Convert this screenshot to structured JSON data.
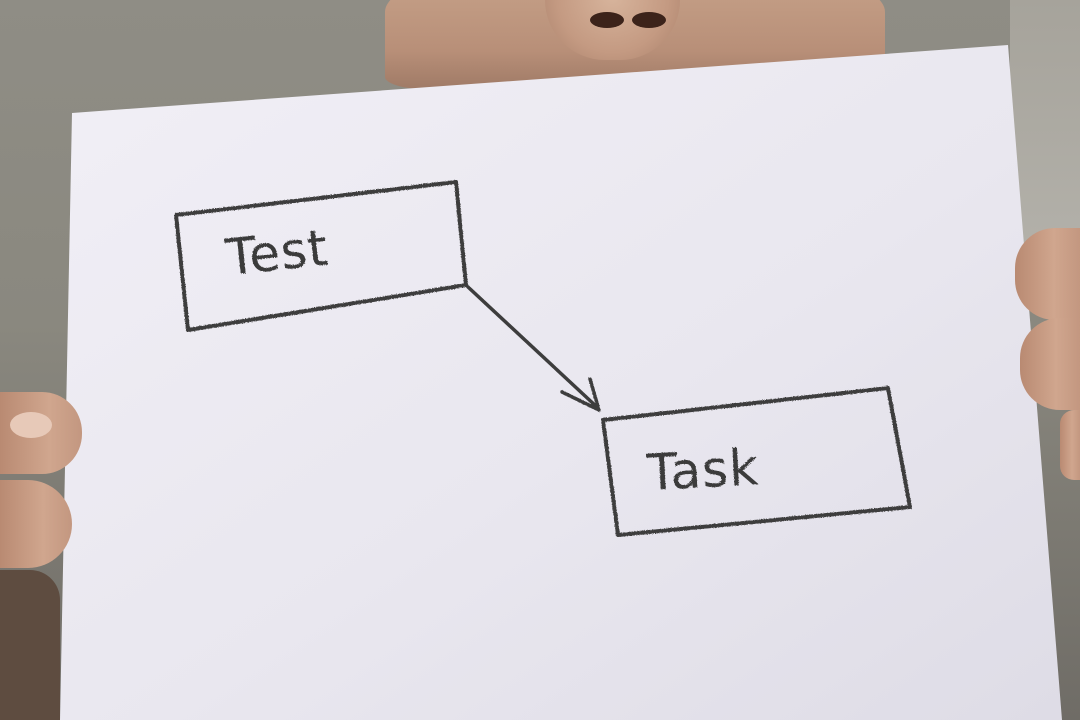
{
  "diagram": {
    "nodes": [
      {
        "id": "test",
        "label": "Test"
      },
      {
        "id": "task",
        "label": "Task"
      }
    ],
    "edges": [
      {
        "from": "test",
        "to": "task",
        "directed": true
      }
    ]
  },
  "colors": {
    "wall": "#8e8c84",
    "paper": "#eceaf2",
    "ink": "#3a3a3a",
    "skin": "#c99c84"
  }
}
